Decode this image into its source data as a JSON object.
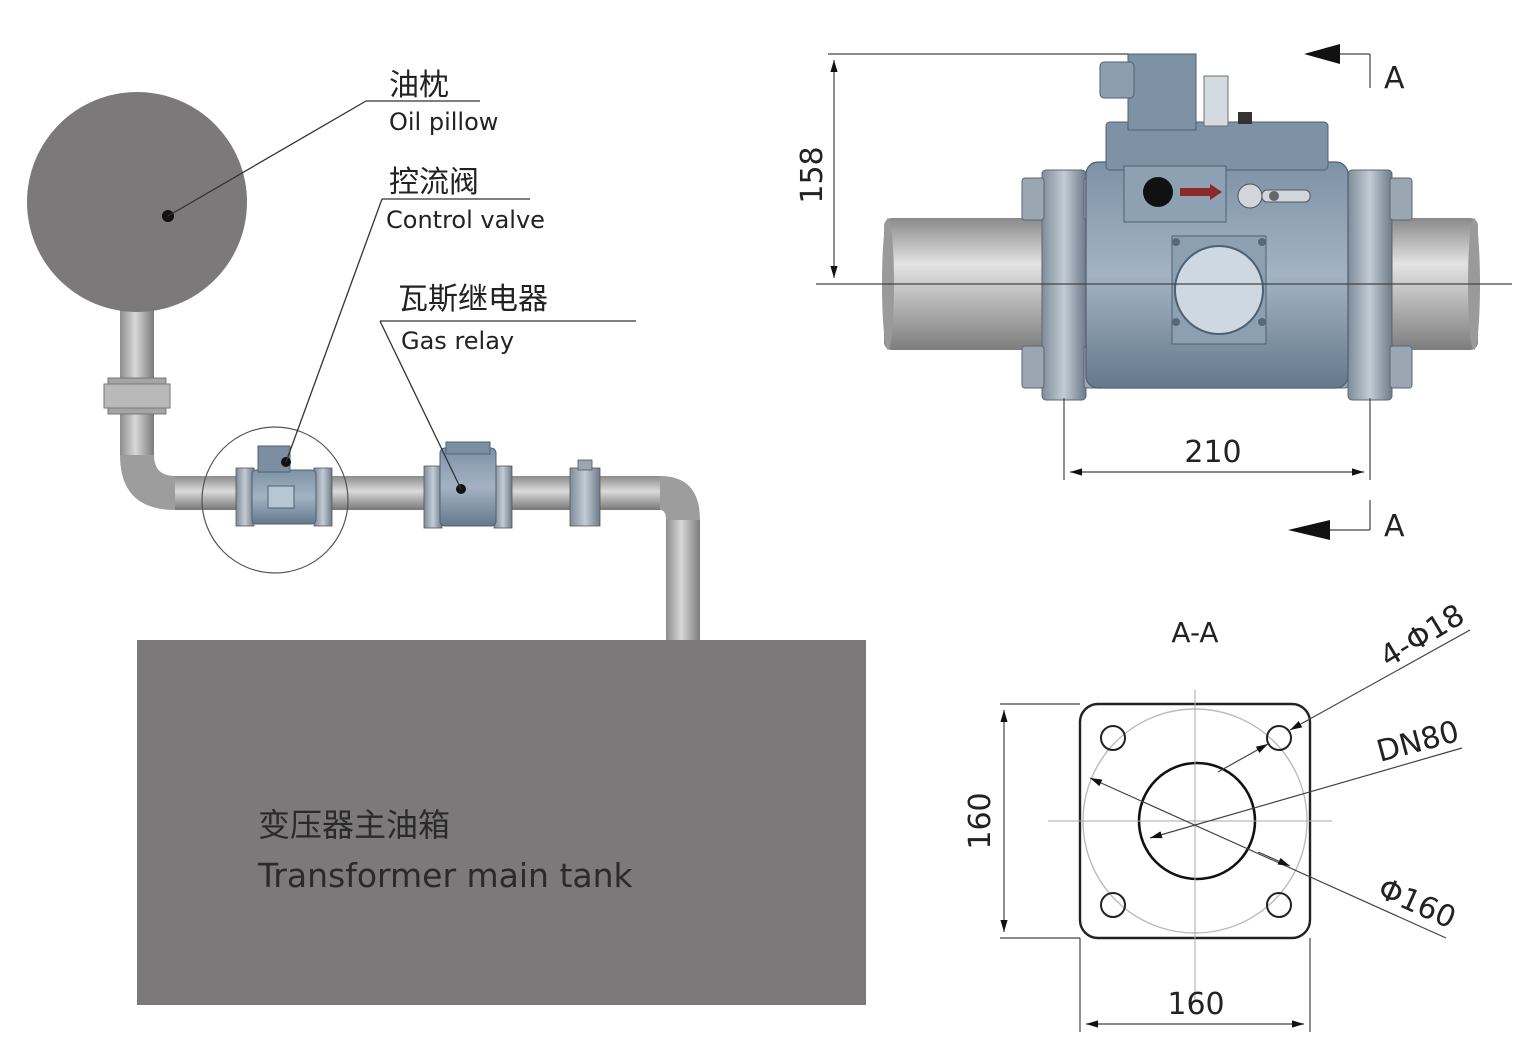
{
  "labels": {
    "oil_pillow_cn": "油枕",
    "oil_pillow_en": "Oil pillow",
    "control_valve_cn": "控流阀",
    "control_valve_en": "Control valve",
    "gas_relay_cn": "瓦斯继电器",
    "gas_relay_en": "Gas relay",
    "tank_cn": "变压器主油箱",
    "tank_en": "Transformer main tank"
  },
  "dimensions": {
    "height": "158",
    "flange_span": "210",
    "section_height": "160",
    "section_width": "160",
    "bolt_holes": "4-Φ18",
    "bore": "DN80",
    "bolt_circle": "Φ160"
  },
  "section": {
    "title": "A-A",
    "marker_top": "A",
    "marker_bottom": "A"
  },
  "colors": {
    "tank": "#7b7979",
    "pillow": "#7b7979",
    "pipe": "#a9a9a9",
    "valve_body": "#6f8599",
    "valve_flange": "#8e9cab"
  }
}
